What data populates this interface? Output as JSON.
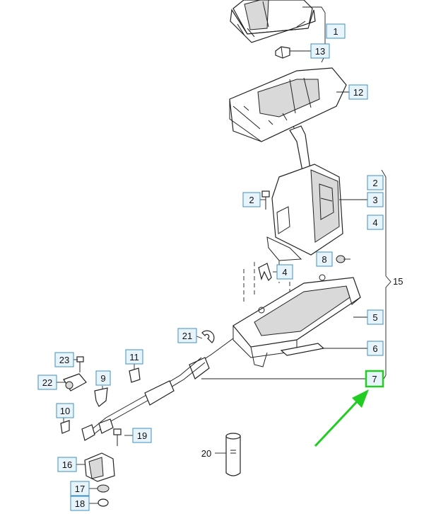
{
  "diagram": {
    "accent_color": "#22cc22",
    "callout_color": "#3b8fc6",
    "bracket_label": "15",
    "callouts": [
      {
        "id": "c1",
        "label": "1"
      },
      {
        "id": "c13",
        "label": "13"
      },
      {
        "id": "c12",
        "label": "12"
      },
      {
        "id": "c2a",
        "label": "2"
      },
      {
        "id": "c3",
        "label": "3"
      },
      {
        "id": "c4a",
        "label": "4"
      },
      {
        "id": "c2b",
        "label": "2"
      },
      {
        "id": "c8",
        "label": "8"
      },
      {
        "id": "c4b",
        "label": "4"
      },
      {
        "id": "c5",
        "label": "5"
      },
      {
        "id": "c6",
        "label": "6"
      },
      {
        "id": "c7",
        "label": "7"
      },
      {
        "id": "c21",
        "label": "21"
      },
      {
        "id": "c23",
        "label": "23"
      },
      {
        "id": "c11",
        "label": "11"
      },
      {
        "id": "c22",
        "label": "22"
      },
      {
        "id": "c9",
        "label": "9"
      },
      {
        "id": "c10",
        "label": "10"
      },
      {
        "id": "c19",
        "label": "19"
      },
      {
        "id": "c16",
        "label": "16"
      },
      {
        "id": "c20",
        "label": "20"
      },
      {
        "id": "c17",
        "label": "17"
      },
      {
        "id": "c18",
        "label": "18"
      }
    ]
  }
}
